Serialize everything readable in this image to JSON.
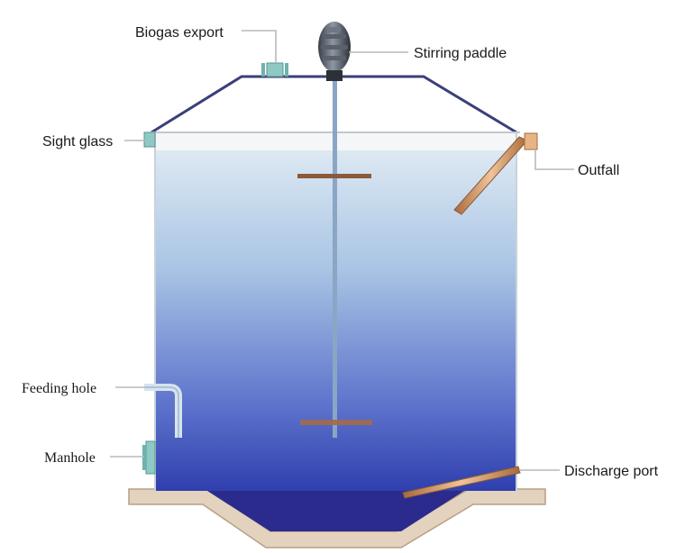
{
  "labels": {
    "biogas_export": "Biogas export",
    "stirring_paddle": "Stirring paddle",
    "sight_glass": "Sight glass",
    "outfall": "Outfall",
    "feeding_hole": "Feeding hole",
    "manhole": "Manhole",
    "discharge_port": "Discharge port"
  },
  "colors": {
    "liquid_top": "#d7e6f2",
    "liquid_bottom": "#2d3fb0",
    "sludge": "#2a2a8a",
    "roof_line": "#3a3f7a",
    "pipe_copper": "#c9925f",
    "paddle_bar": "#8a5a3a",
    "fitting": "#8ec9c4",
    "base": "#e3d2bd"
  }
}
